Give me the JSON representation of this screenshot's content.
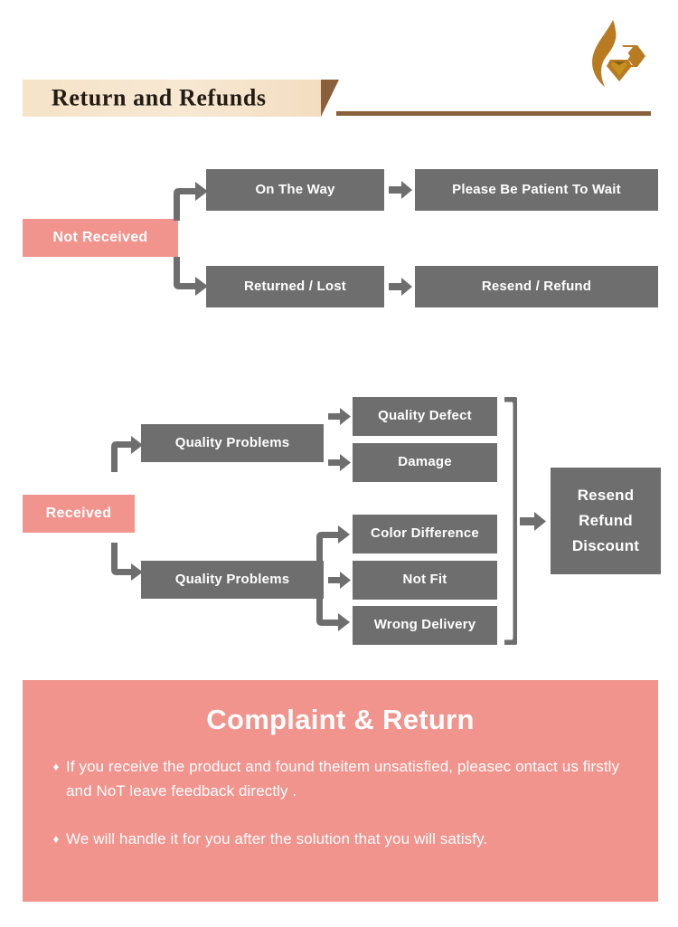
{
  "header": {
    "title": "Return and Refunds",
    "logo_icon": "flame-diamond-logo-icon",
    "plate_color": "#f5e2c7",
    "accent_color": "#8a5f3c"
  },
  "palette": {
    "box_gray": "#6e6e6e",
    "badge_pink": "#f0948d",
    "panel_pink": "#f0948d",
    "text_white": "#ffffff",
    "connector_gray": "#6e6e6e"
  },
  "flow_not_received": {
    "badge": "Not Received",
    "branches": [
      {
        "cause": "On The Way",
        "result": "Please Be Patient To Wait"
      },
      {
        "cause": "Returned / Lost",
        "result": "Resend / Refund"
      }
    ]
  },
  "flow_received": {
    "badge": "Received",
    "groups": [
      {
        "label": "Quality Problems",
        "items": [
          "Quality Defect",
          "Damage"
        ]
      },
      {
        "label": "Quality Problems",
        "items": [
          "Color Difference",
          "Not Fit",
          "Wrong Delivery"
        ]
      }
    ],
    "outcome": "Resend\nRefund\nDiscount",
    "outcome_lines": [
      "Resend",
      "Refund",
      "Discount"
    ]
  },
  "complaint": {
    "title": "Complaint & Return",
    "bullet_glyph": "♦",
    "bullets": [
      "If you receive the product and found theitem unsatisfied, pleasec ontact us firstly and NoT leave feedback directly .",
      "We will handle it for you after the solution that you will satisfy."
    ]
  }
}
